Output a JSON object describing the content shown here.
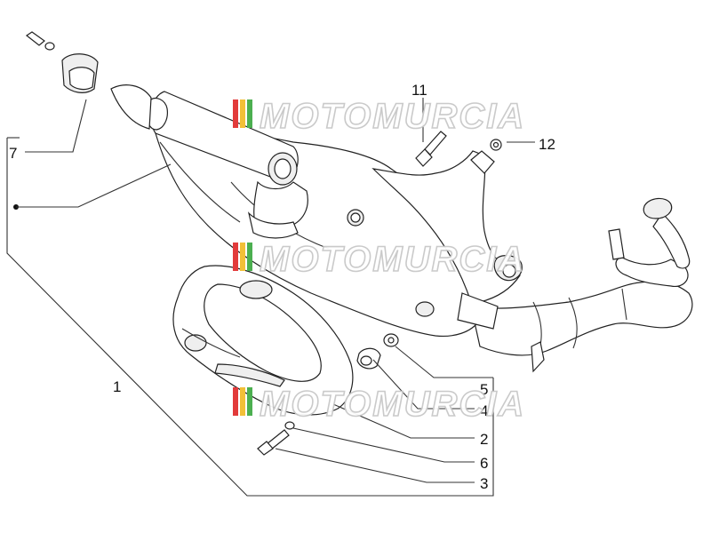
{
  "callouts": {
    "c1": "1",
    "c2": "2",
    "c3": "3",
    "c4": "4",
    "c5": "5",
    "c6": "6",
    "c7": "7",
    "c11": "11",
    "c12": "12"
  },
  "watermark": {
    "text": "MOTOMURCIA",
    "stripe_colors": [
      "#e23b3b",
      "#f2c037",
      "#4caf50"
    ]
  }
}
